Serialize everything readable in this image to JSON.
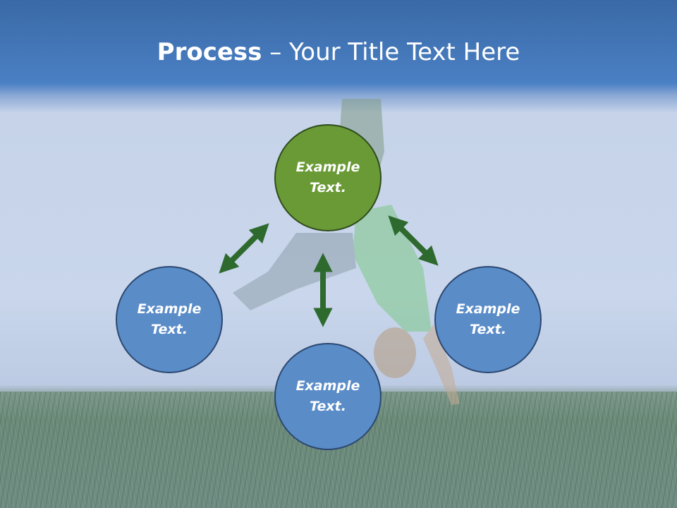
{
  "slide": {
    "title_bold": "Process",
    "title_separator": " – ",
    "title_rest": "Your Title Text Here"
  },
  "nodes": {
    "top": {
      "text": "Example\nText.",
      "color": "#6a9a36"
    },
    "left": {
      "text": "Example\nText.",
      "color": "#5a8cc8"
    },
    "bottom": {
      "text": "Example\nText.",
      "color": "#5a8cc8"
    },
    "right": {
      "text": "Example\nText.",
      "color": "#5a8cc8"
    }
  },
  "colors": {
    "arrow": "#2e6a2e",
    "header": "#4a80c4"
  }
}
